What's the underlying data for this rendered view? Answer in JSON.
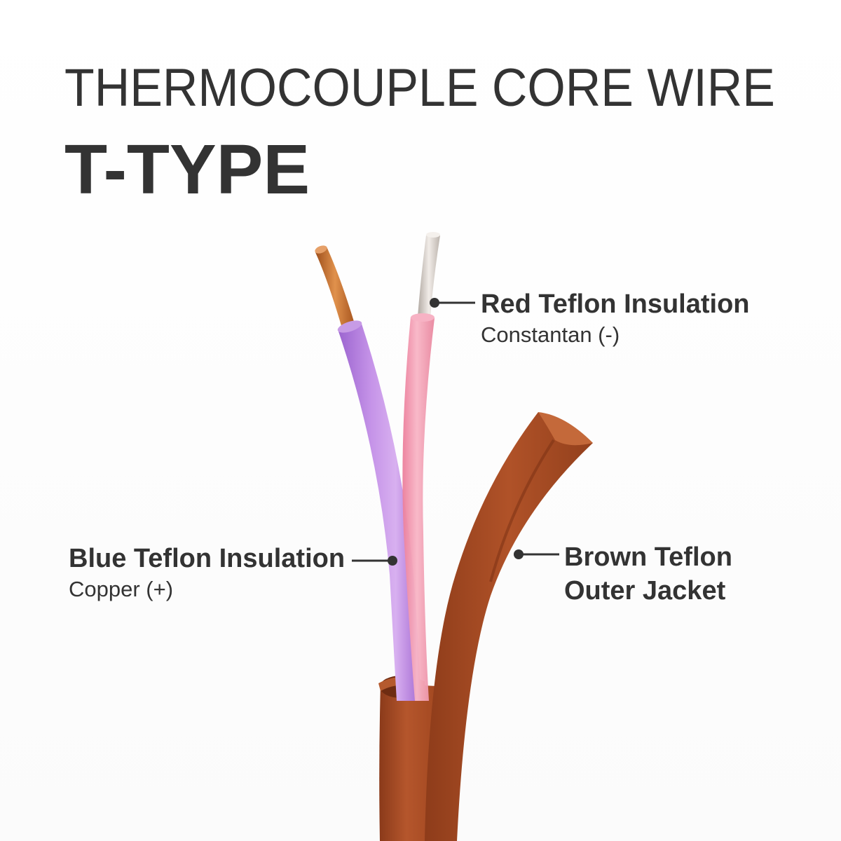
{
  "header": {
    "title": "THERMOCOUPLE CORE WIRE",
    "subtitle": "T-TYPE"
  },
  "callouts": {
    "red_insulation": {
      "name": "Red Teflon Insulation",
      "sub": "Constantan (-)"
    },
    "blue_insulation": {
      "name": "Blue Teflon Insulation",
      "sub": "Copper (+)"
    },
    "outer_jacket": {
      "line1": "Brown Teflon",
      "line2": "Outer Jacket"
    }
  },
  "colors": {
    "text": "#333333",
    "jacket": "#a64a24",
    "blue_insulation": "#b67cdc",
    "red_insulation": "#f28ea8",
    "copper_conductor": "#c26a2c",
    "constantan_conductor": "#cfc9c4"
  }
}
